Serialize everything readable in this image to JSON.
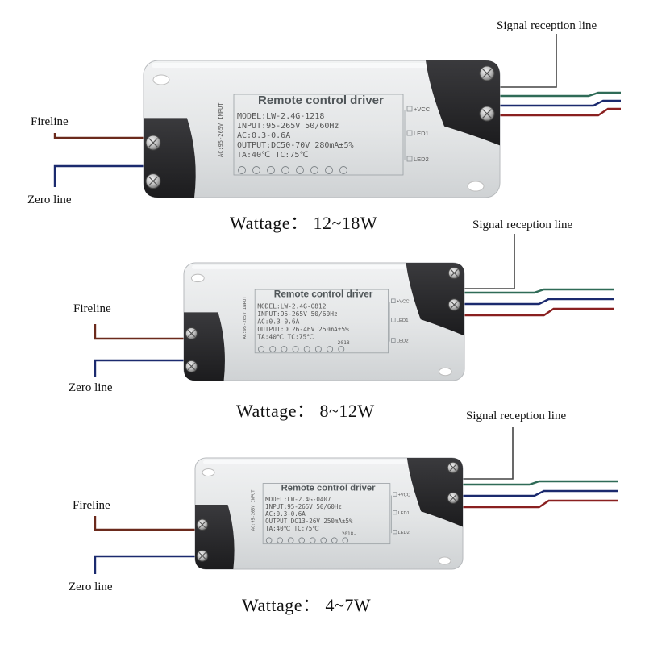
{
  "colors": {
    "fire": "#6b2a1c",
    "zero": "#1b2a6e",
    "signal_green": "#2f6b57",
    "signal_red": "#8a2020",
    "case_body": "#e3e5e6",
    "case_cap": "#2a2a2c"
  },
  "drivers": [
    {
      "signal_label": "Signal reception line",
      "fire_label": "Fireline",
      "zero_label": "Zero line",
      "wattage": "Wattage：  12~18W",
      "title": "Remote control driver",
      "model": "MODEL:LW-2.4G-1218",
      "input": "INPUT:95-265V 50/60Hz",
      "ac": "AC:0.3-0.6A",
      "output": "OUTPUT:DC50-70V 280mA±5%",
      "ta": "TA:40℃ TC:75℃",
      "date": "",
      "pin_vcc": "+VCC",
      "pin_led1": "LED1",
      "pin_led2": "LED2",
      "side": "AC:95-265V INPUT"
    },
    {
      "signal_label": "Signal reception line",
      "fire_label": "Fireline",
      "zero_label": "Zero line",
      "wattage": "Wattage：  8~12W",
      "title": "Remote control driver",
      "model": "MODEL:LW-2.4G-0812",
      "input": "INPUT:95-265V 50/60Hz",
      "ac": "AC:0.3-0.6A",
      "output": "OUTPUT:DC26-46V 250mA±5%",
      "ta": "TA:40℃ TC:75℃",
      "date": "2018-",
      "pin_vcc": "+VCC",
      "pin_led1": "LED1",
      "pin_led2": "LED2",
      "side": "AC:95-265V INPUT"
    },
    {
      "signal_label": "Signal reception line",
      "fire_label": "Fireline",
      "zero_label": "Zero line",
      "wattage": "Wattage：  4~7W",
      "title": "Remote control driver",
      "model": "MODEL:LW-2.4G-0407",
      "input": "INPUT:95-265V 50/60Hz",
      "ac": "AC:0.3-0.6A",
      "output": "OUTPUT:DC13-26V 250mA±5%",
      "ta": "TA:40℃ TC:75℃",
      "date": "2018-",
      "pin_vcc": "+VCC",
      "pin_led1": "LED1",
      "pin_led2": "LED2",
      "side": "AC:95-265V INPUT"
    }
  ]
}
